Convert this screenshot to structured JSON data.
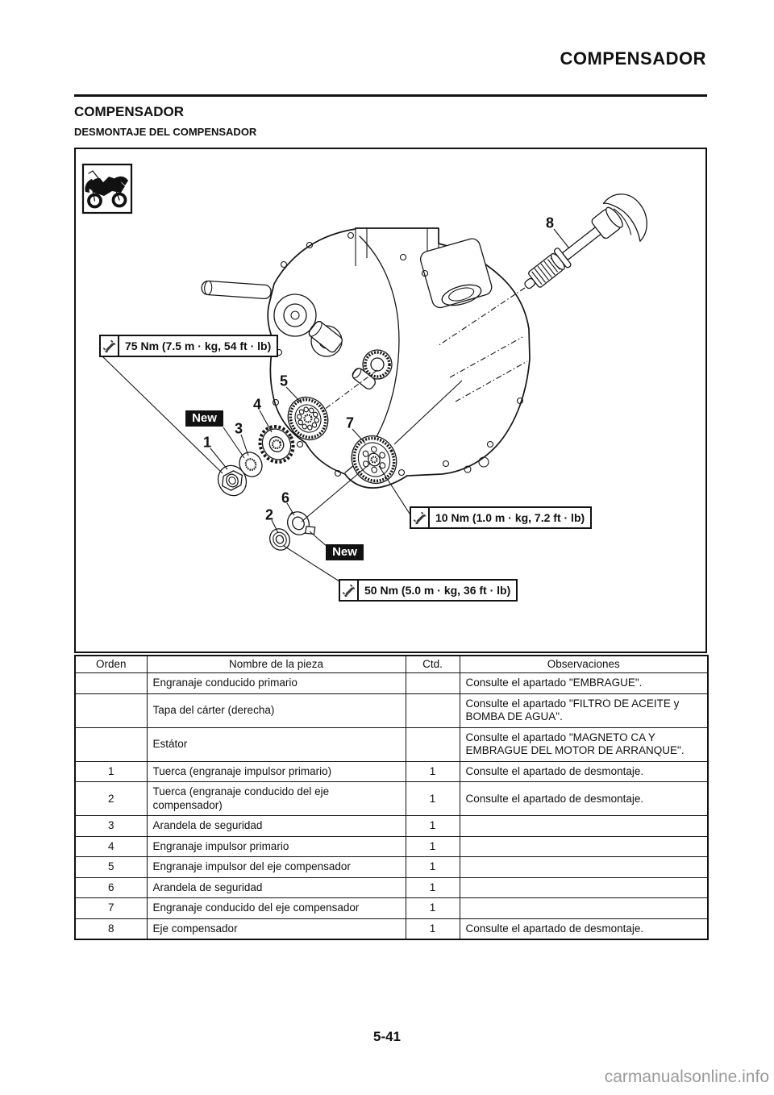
{
  "page": {
    "header_title": "COMPENSADOR",
    "section_title": "COMPENSADOR",
    "subsection_title": "DESMONTAJE DEL COMPENSADOR",
    "page_number": "5-41",
    "watermark": "carmanualsonline.info"
  },
  "figure": {
    "callouts": [
      "1",
      "2",
      "3",
      "4",
      "5",
      "6",
      "7",
      "8"
    ],
    "new_labels": [
      "New",
      "New"
    ],
    "torque_labels": [
      {
        "text": "75 Nm (7.5 m · kg, 54 ft · lb)"
      },
      {
        "text": "10 Nm (1.0 m · kg, 7.2 ft · lb)"
      },
      {
        "text": "50 Nm (5.0 m · kg, 36 ft · lb)"
      }
    ],
    "icons": {
      "motorcycle": "motorcycle-icon",
      "wrench": "wrench-icon"
    }
  },
  "table": {
    "headers": [
      "Orden",
      "Nombre de la pieza",
      "Ctd.",
      "Observaciones"
    ],
    "rows": [
      {
        "orden": "",
        "nombre": "Engranaje conducido primario",
        "ctd": "",
        "obs": "Consulte el apartado \"EMBRAGUE\"."
      },
      {
        "orden": "",
        "nombre": "Tapa del cárter (derecha)",
        "ctd": "",
        "obs": "Consulte el apartado \"FILTRO DE ACEITE y BOMBA DE AGUA\"."
      },
      {
        "orden": "",
        "nombre": "Estátor",
        "ctd": "",
        "obs": "Consulte el apartado \"MAGNETO CA Y EMBRAGUE DEL MOTOR DE ARRANQUE\"."
      },
      {
        "orden": "1",
        "nombre": "Tuerca (engranaje impulsor primario)",
        "ctd": "1",
        "obs": "Consulte el apartado de desmontaje."
      },
      {
        "orden": "2",
        "nombre": "Tuerca (engranaje conducido del eje compensador)",
        "ctd": "1",
        "obs": "Consulte el apartado de desmontaje."
      },
      {
        "orden": "3",
        "nombre": "Arandela de seguridad",
        "ctd": "1",
        "obs": ""
      },
      {
        "orden": "4",
        "nombre": "Engranaje impulsor primario",
        "ctd": "1",
        "obs": ""
      },
      {
        "orden": "5",
        "nombre": "Engranaje impulsor del eje compensador",
        "ctd": "1",
        "obs": ""
      },
      {
        "orden": "6",
        "nombre": "Arandela de seguridad",
        "ctd": "1",
        "obs": ""
      },
      {
        "orden": "7",
        "nombre": "Engranaje conducido del eje compensador",
        "ctd": "1",
        "obs": ""
      },
      {
        "orden": "8",
        "nombre": "Eje compensador",
        "ctd": "1",
        "obs": "Consulte el apartado de desmontaje."
      }
    ]
  },
  "colors": {
    "ink": "#111111",
    "watermark_gray": "#9a9a9a"
  }
}
